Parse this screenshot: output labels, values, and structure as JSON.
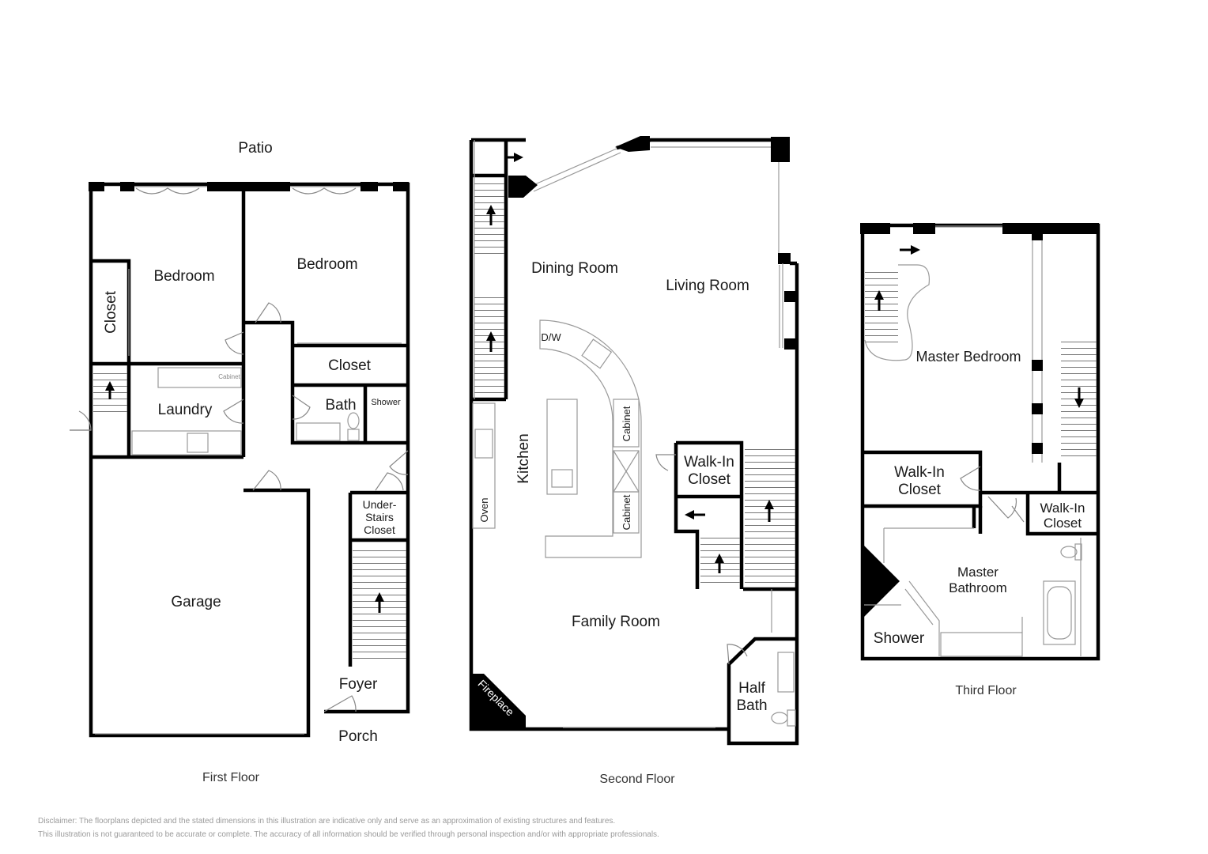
{
  "first_floor": {
    "title": "First Floor",
    "patio": "Patio",
    "bedroom_left": "Bedroom",
    "bedroom_right": "Bedroom",
    "closet_vertical": "Closet",
    "closet": "Closet",
    "laundry": "Laundry",
    "cabinet": "Cabinet",
    "bath": "Bath",
    "shower": "Shower",
    "under_stairs_closet": [
      "Under-",
      "Stairs",
      "Closet"
    ],
    "garage": "Garage",
    "foyer": "Foyer",
    "porch": "Porch"
  },
  "second_floor": {
    "title": "Second Floor",
    "dining_room": "Dining Room",
    "living_room": "Living Room",
    "kitchen": "Kitchen",
    "dw": "D/W",
    "oven": "Oven",
    "cabinet_upper": "Cabinet",
    "cabinet_lower": "Cabinet",
    "walk_in_closet": [
      "Walk-In",
      "Closet"
    ],
    "family_room": "Family Room",
    "half_bath": [
      "Half",
      "Bath"
    ],
    "fireplace": "Fireplace"
  },
  "third_floor": {
    "title": "Third Floor",
    "master_bedroom": "Master Bedroom",
    "walk_in_closet_left": [
      "Walk-In",
      "Closet"
    ],
    "walk_in_closet_right": [
      "Walk-In",
      "Closet"
    ],
    "master_bathroom": [
      "Master",
      "Bathroom"
    ],
    "shower": "Shower"
  },
  "disclaimer": [
    "Disclaimer: The floorplans depicted and the stated dimensions in this illustration are indicative only and serve as an approximation of existing structures and features.",
    "This illustration is not guaranteed to be accurate or complete. The accuracy of all information should be verified through personal inspection and/or with appropriate professionals."
  ]
}
